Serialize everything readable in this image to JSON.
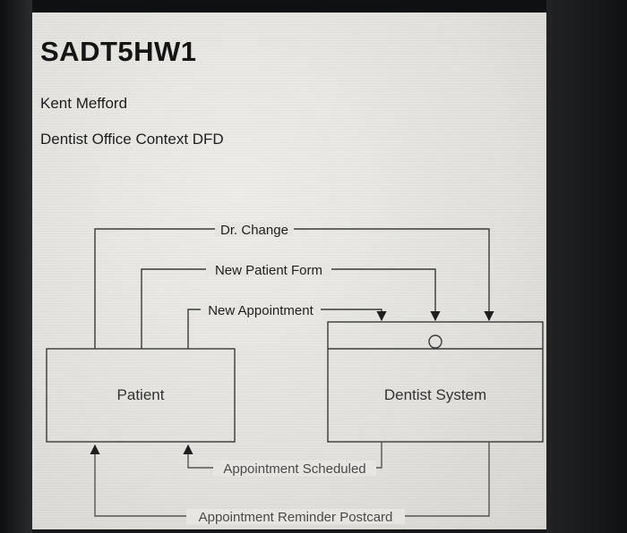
{
  "document": {
    "title": "SADT5HW1",
    "author": "Kent Mefford",
    "subtitle": "Dentist Office Context DFD"
  },
  "diagram": {
    "entities": {
      "patient": "Patient",
      "dentist_system": "Dentist System"
    },
    "flows": {
      "dr_change": "Dr. Change",
      "new_patient_form": "New Patient Form",
      "new_appointment": "New Appointment",
      "appointment_scheduled": "Appointment Scheduled",
      "appointment_reminder_postcard": "Appointment Reminder Postcard"
    }
  },
  "colors": {
    "screen_background": "#e4e3e0",
    "line": "#3a3a3a",
    "text": "#1e1e1e",
    "bezel": "#17181a"
  }
}
